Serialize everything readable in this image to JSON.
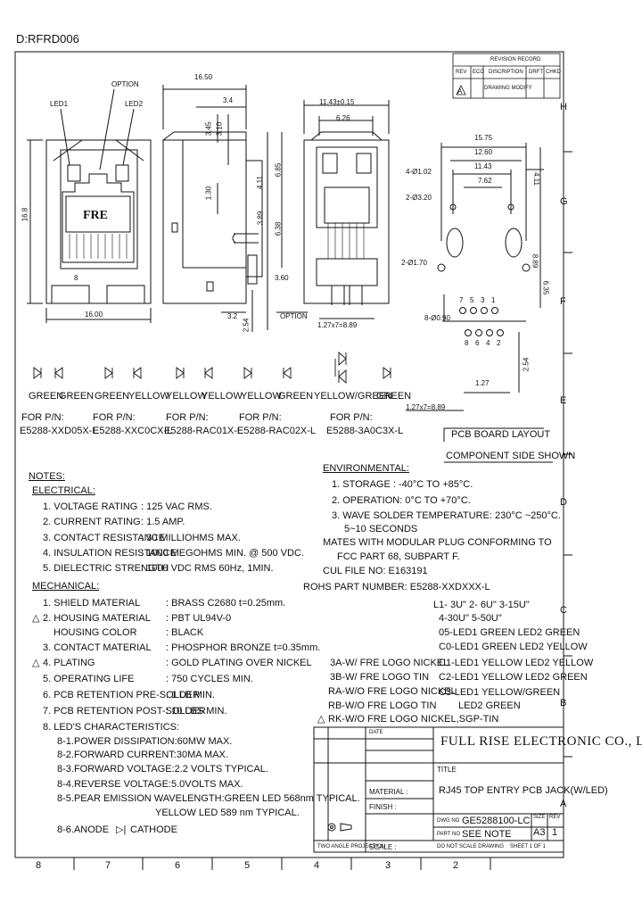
{
  "header": {
    "drawing_ref": "D:RFRD006"
  },
  "revision": {
    "title": "REVISION RECORD",
    "columns": [
      "REV",
      "ECO",
      "DISCRIPTION",
      "DRFT",
      "CHKD"
    ],
    "row": {
      "rev": "A",
      "desc": "DRAWING MODIFY"
    }
  },
  "zones": {
    "right": [
      "H",
      "G",
      "F",
      "E",
      "D",
      "C",
      "B",
      "A"
    ],
    "bottom": [
      "8",
      "7",
      "6",
      "5",
      "4",
      "3",
      "2"
    ]
  },
  "front_view": {
    "led1": "LED1",
    "led2": "LED2",
    "option": "OPTION",
    "logo": "FRE",
    "pin_count": "8",
    "width": "16.00",
    "height": "16.8"
  },
  "side_view": {
    "length": "16.50",
    "d1": "3.4",
    "d2": "3.45",
    "d3": "3.10",
    "d4": "1.30",
    "d5": "4.11",
    "d6": "6.85",
    "d7": "3.89",
    "d8": "6.38",
    "d9": "3.60",
    "d10": "3.2",
    "d11": "2.54",
    "option": "OPTION"
  },
  "back_view": {
    "top": "11.43±0.15",
    "inner": "6.26",
    "pitch": "1.27x7=8.89"
  },
  "pcb_layout": {
    "dims": [
      "15.75",
      "12.60",
      "11.43",
      "7.62"
    ],
    "holes": [
      "4-Ø1.02",
      "2-Ø3.20",
      "2-Ø1.70",
      "8-Ø0.90"
    ],
    "right_dims": [
      "4.11",
      "8.89",
      "6.35"
    ],
    "pins_top": [
      "7",
      "5",
      "3",
      "1"
    ],
    "pins_bottom": [
      "8",
      "6",
      "4",
      "2"
    ],
    "d_254": "2.54",
    "d_127": "1.27",
    "pitch": "1.27x7=8.89",
    "label1": "PCB BOARD LAYOUT",
    "label2": "COMPONENT SIDE SHOWN"
  },
  "leds": {
    "groups": [
      {
        "colors": [
          "GREEN",
          "GREEN"
        ],
        "pn": "E5288-XXD05X-L"
      },
      {
        "colors": [
          "GREEN",
          "YELLOW"
        ],
        "pn": "E5288-XXC0CX-L"
      },
      {
        "colors": [
          "YELLOW",
          "YELLOW"
        ],
        "pn": "E5288-RAC01X-L"
      },
      {
        "colors": [
          "YELLOW",
          "GREEN"
        ],
        "pn": "E5288-RAC02X-L"
      },
      {
        "colors": [
          "YELLOW/GREEN",
          "GREEN"
        ],
        "pn": "E5288-3A0C3X-L"
      }
    ],
    "for_pn": "FOR P/N:"
  },
  "notes": {
    "title": "NOTES:",
    "electrical_title": "ELECTRICAL:",
    "electrical": [
      [
        "1. VOLTAGE RATING",
        ": 125 VAC RMS."
      ],
      [
        "2. CURRENT RATING",
        ": 1.5 AMP."
      ],
      [
        "3. CONTACT RESISTANCE",
        ": 30 MILLIOHMS MAX."
      ],
      [
        "4. INSULATION RESISTANCE",
        ": 1000 MEGOHMS MIN. @ 500 VDC."
      ],
      [
        "5. DIELECTRIC STRENGTH",
        ": 1000 VDC RMS 60Hz, 1MIN."
      ]
    ],
    "mechanical_title": "MECHANICAL:",
    "mechanical": [
      [
        "1. SHIELD MATERIAL",
        ": BRASS C2680 t=0.25mm."
      ],
      [
        "2. HOUSING MATERIAL",
        ": PBT UL94V-0"
      ],
      [
        "HOUSING COLOR",
        ": BLACK"
      ],
      [
        "3. CONTACT MATERIAL",
        ": PHOSPHOR BRONZE t=0.35mm."
      ],
      [
        "4. PLATING",
        ": GOLD PLATING OVER NICKEL"
      ],
      [
        "5. OPERATING LIFE",
        ": 750 CYCLES MIN."
      ],
      [
        "6. PCB RETENTION PRE-SOLDER",
        ": 1 LB MIN."
      ],
      [
        "7. PCB RETENTION POST-SOLDER",
        ": 10 LBS MIN."
      ]
    ],
    "led_title": "8. LED'S CHARACTERISTICS:",
    "led_lines": [
      "8-1.POWER DISSIPATION:60MW MAX.",
      "8-2.FORWARD CURRENT:30MA MAX.",
      "8-3.FORWARD VOLTAGE:2.2 VOLTS TYPICAL.",
      "8-4.REVERSE VOLTAGE:5.0VOLTS MAX.",
      "8-5.PEAR EMISSION WAVELENGTH:GREEN LED 568nm TYPICAL.",
      "YELLOW LED 589 nm TYPICAL."
    ],
    "anode": "8-6.ANODE",
    "cathode": "CATHODE"
  },
  "environmental": {
    "title": "ENVIRONMENTAL:",
    "lines": [
      "1. STORAGE : -40°C TO +85°C.",
      "2. OPERATION: 0°C TO +70°C.",
      "3. WAVE SOLDER TEMPERATURE: 230°C ~250°C.",
      "5~10 SECONDS"
    ],
    "mates": "MATES WITH MODULAR PLUG CONFORMING TO",
    "fcc": "FCC PART 68, SUBPART F.",
    "cul": "CUL FILE NO: E163191",
    "rohs": "ROHS PART NUMBER: E5288-XXDXXX-L"
  },
  "part_code": {
    "l_line": "L1- 3U\"  2- 6U\"  3-15U\"",
    "l_line2": "4-30U\"  5-50U\"",
    "options": [
      "05-LED1 GREEN LED2 GREEN",
      "C0-LED1 GREEN LED2 YELLOW",
      "C1-LED1 YELLOW LED2 YELLOW",
      "C2-LED1 YELLOW LED2 GREEN"
    ],
    "c3a": "C3-LED1 YELLOW/GREEN",
    "c3b": "LED2 GREEN",
    "finishes": [
      "3A-W/ FRE LOGO NICKEL",
      "3B-W/ FRE LOGO TIN",
      "RA-W/O FRE LOGO NICKEL",
      "RB-W/O FRE LOGO TIN",
      "RK-W/O FRE LOGO NICKEL,SGP-TIN"
    ]
  },
  "title_block": {
    "company": "FULL RISE ELECTRONIC CO., LTD",
    "title_label": "TITLE",
    "title": "RJ45 TOP ENTRY PCB JACK(W/LED)",
    "dwg_no_label": "DWG NO",
    "dwg_no": "GE5288100-LC",
    "part_no_label": "PART NO",
    "part_no": "SEE NOTE",
    "size_label": "SIZE",
    "size": "A3",
    "rev_label": "REV",
    "rev": "1",
    "material_label": "MATERIAL :",
    "finish_label": "FINISH :",
    "two_angle": "TWO ANGLE PROJECTION",
    "scale_label": "SCALE :",
    "no_scale": "DO NOT SCALE DRAWING",
    "sheet": "SHEET 1 OF 1",
    "date": "DATE"
  }
}
